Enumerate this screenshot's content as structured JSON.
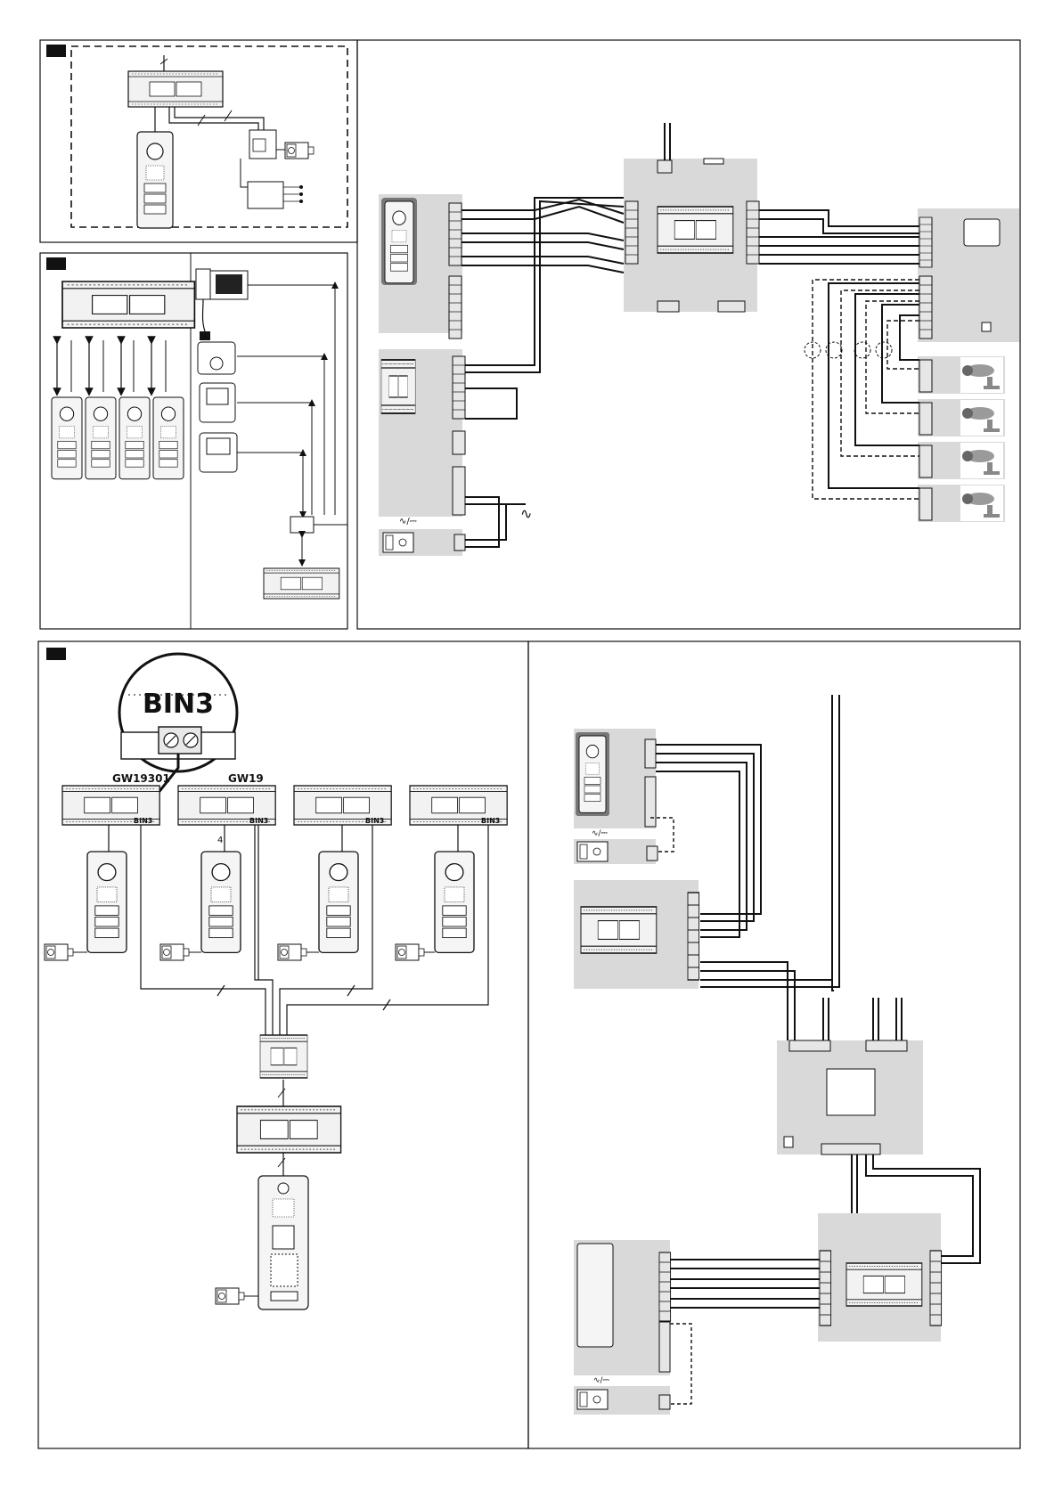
{
  "panel_markers": [
    "",
    "",
    ""
  ],
  "labels": {
    "bin3_big": "BIN3",
    "gw19301": "GW19301",
    "gw19": "GW19",
    "bin3_a": "BIN3",
    "bin3_b": "BIN3",
    "bin3_c": "BIN3",
    "bin3_d": "BIN3",
    "wire_count": "4",
    "ac_dc": "∿/⎓",
    "ac": "∿",
    "ac_b": "∿/⎓",
    "ac_c": "∿/⎓"
  },
  "colors": {
    "line": "#111111",
    "panel_bg": "#d9d9d9",
    "module": "#eaeaea",
    "marker": "#111111"
  }
}
